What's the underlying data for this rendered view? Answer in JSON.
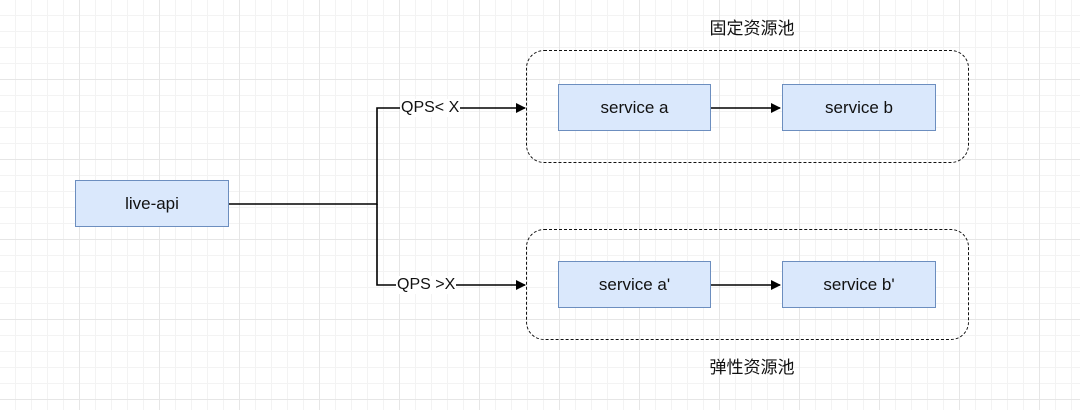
{
  "diagram": {
    "nodes": {
      "live_api": "live-api",
      "service_a": "service a",
      "service_b": "service b",
      "service_a_prime": "service a'",
      "service_b_prime": "service b'"
    },
    "pools": {
      "fixed": "固定资源池",
      "elastic": "弹性资源池"
    },
    "edges": {
      "qps_low": "QPS< X",
      "qps_high": "QPS >X"
    }
  },
  "colors": {
    "node_fill": "#dae8fc",
    "node_border": "#6c8ebf",
    "line": "#000000"
  }
}
